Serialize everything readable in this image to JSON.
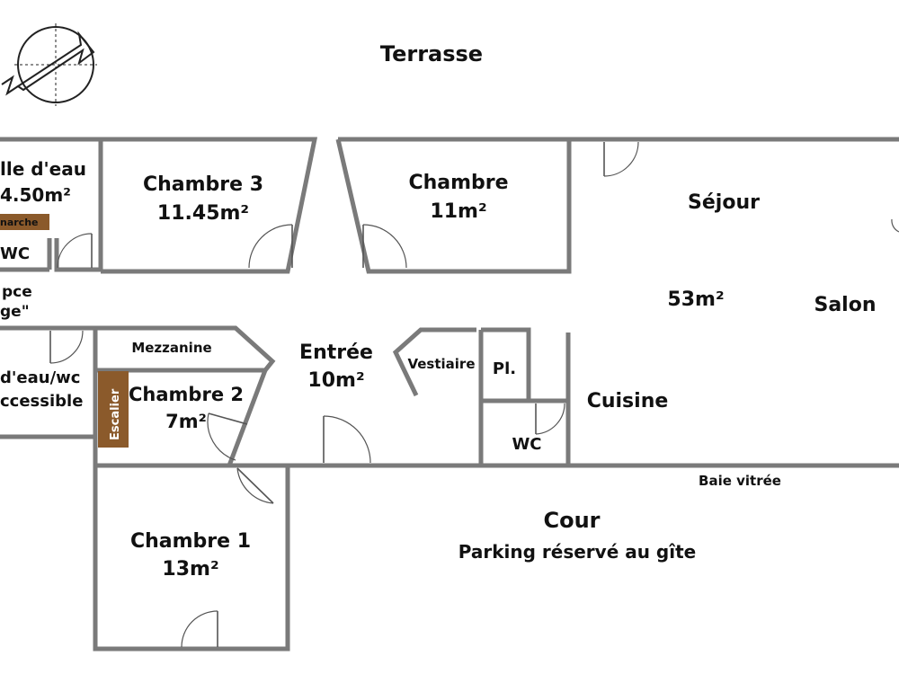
{
  "colors": {
    "wall": "#7a7a7a",
    "text": "#111111",
    "stair": "#8b5a2b",
    "background": "#ffffff"
  },
  "icons": {
    "compass": "north-arrow-icon"
  },
  "labels": {
    "terrasse": "Terrasse",
    "salle_eau_name": "lle d'eau",
    "salle_eau_area": "4.50m²",
    "marche": "narche",
    "wc_left": "WC",
    "espace_1": "pce",
    "espace_2": "ge\"",
    "chambre3_name": "Chambre 3",
    "chambre3_area": "11.45m²",
    "chambre_name": "Chambre",
    "chambre_area": "11m²",
    "sejour": "Séjour",
    "sejour_area": "53m²",
    "salon": "Salon",
    "salle_eau_wc_1": "d'eau/wc",
    "salle_eau_wc_2": "ccessible",
    "mezzanine": "Mezzanine",
    "escalier": "Escalier",
    "chambre2_name": "Chambre 2",
    "chambre2_area": "7m²",
    "entree_name": "Entrée",
    "entree_area": "10m²",
    "vestiaire": "Vestiaire",
    "placard": "Pl.",
    "wc_right": "WC",
    "cuisine": "Cuisine",
    "baie_vitree": "Baie vitrée",
    "cour": "Cour",
    "parking": "Parking réservé au gîte",
    "chambre1_name": "Chambre 1",
    "chambre1_area": "13m²"
  }
}
